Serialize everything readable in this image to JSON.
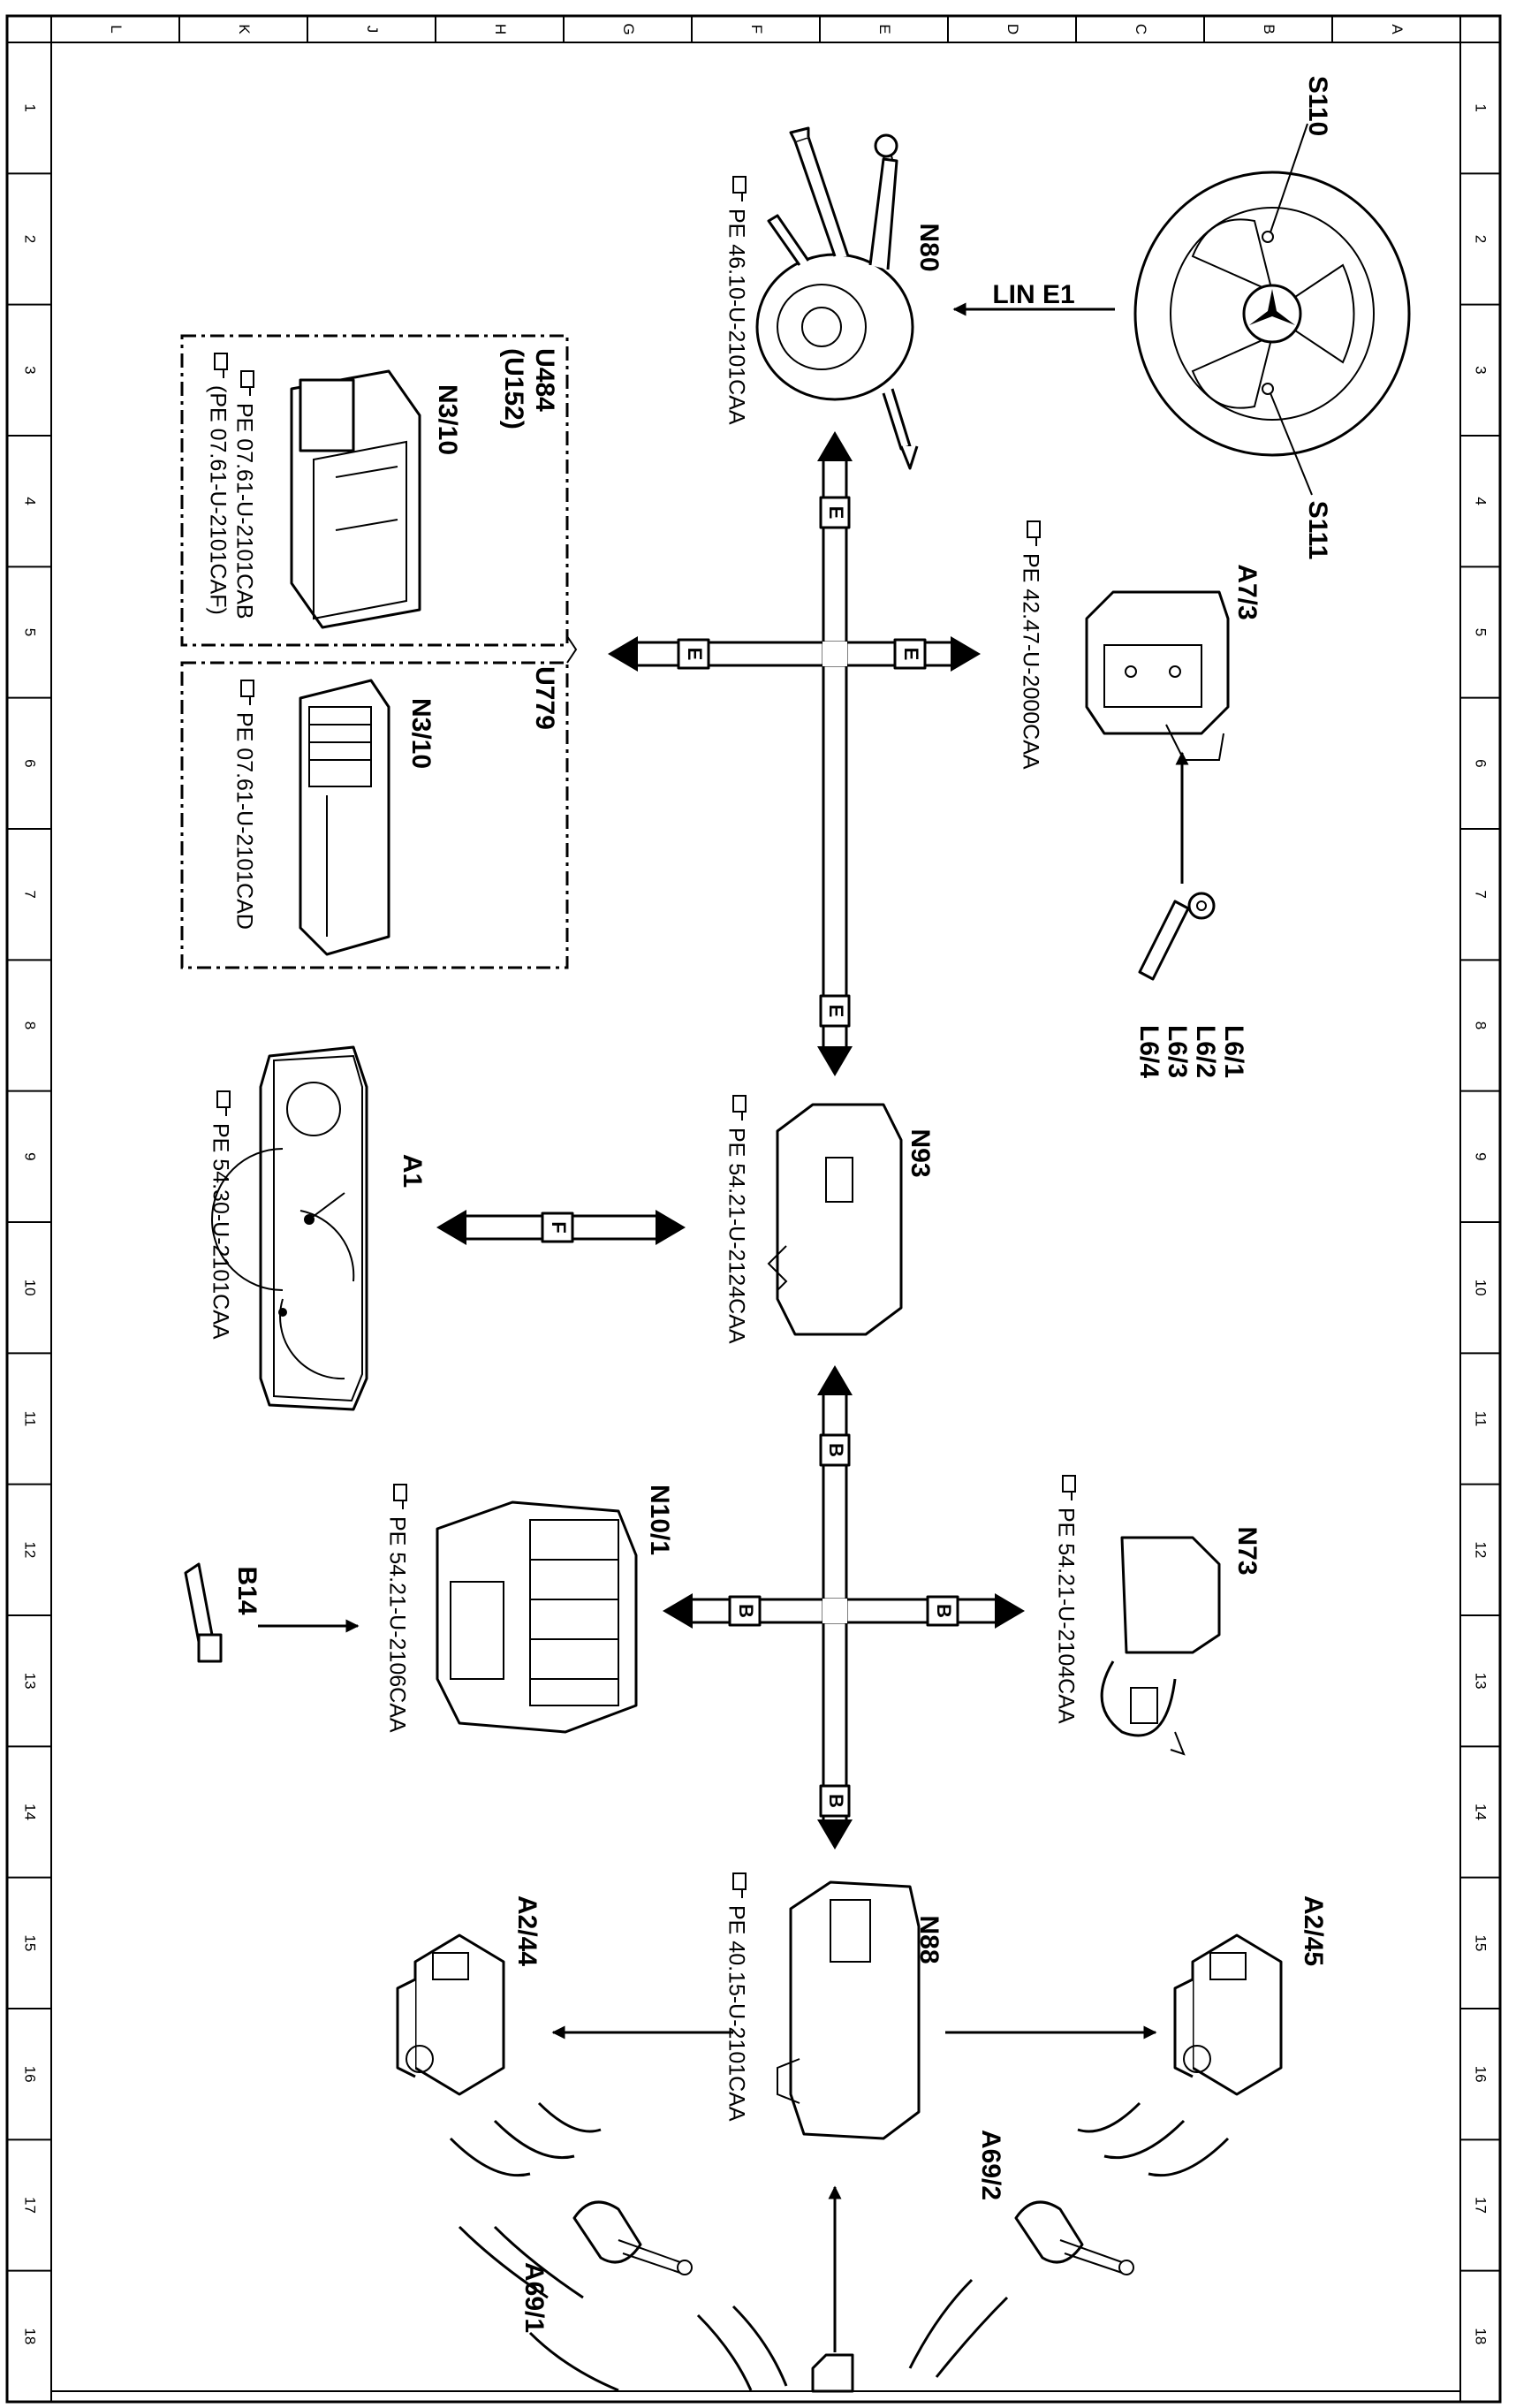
{
  "frame": {
    "column_letters": [
      "A",
      "B",
      "C",
      "D",
      "E",
      "F",
      "G",
      "H",
      "J",
      "K",
      "L"
    ],
    "row_numbers": [
      "1",
      "2",
      "3",
      "4",
      "5",
      "6",
      "7",
      "8",
      "9",
      "10",
      "11",
      "12",
      "13",
      "14",
      "15",
      "16",
      "17",
      "18"
    ]
  },
  "components": {
    "S110": {
      "label": "S110"
    },
    "S111": {
      "label": "S111"
    },
    "N80": {
      "label": "N80",
      "ref": "PE 46.10-U-2101CAA"
    },
    "lin": {
      "label": "LIN E1"
    },
    "A7_3": {
      "label": "A7/3",
      "ref": "PE 42.47-U-2000CAA"
    },
    "L6": {
      "labels": [
        "L6/1",
        "L6/2",
        "L6/3",
        "L6/4"
      ]
    },
    "U484": {
      "code1": "U484",
      "code2": "(U152)",
      "label": "N3/10",
      "ref1": "PE 07.61-U-2101CAB",
      "ref2": "(PE 07.61-U-2101CAF)"
    },
    "U779": {
      "code": "U779",
      "label": "N3/10",
      "ref": "PE 07.61-U-2101CAD"
    },
    "N93": {
      "label": "N93",
      "ref": "PE 54.21-U-2124CAA"
    },
    "A1": {
      "label": "A1",
      "ref": "PE 54.30-U-2101CAA"
    },
    "N10_1": {
      "label": "N10/1",
      "ref": "PE 54.21-U-2106CAA"
    },
    "B14": {
      "label": "B14"
    },
    "N73": {
      "label": "N73",
      "ref": "PE 54.21-U-2104CAA"
    },
    "N88": {
      "label": "N88",
      "ref": "PE 40.15-U-2101CAA"
    },
    "A2_44": {
      "label": "A2/44"
    },
    "A2_45": {
      "label": "A2/45"
    },
    "A69_1": {
      "label": "A69/1"
    },
    "A69_2": {
      "label": "A69/2"
    }
  },
  "buses": {
    "E": "E",
    "F": "F",
    "B": "B"
  },
  "icons": {
    "hand": "hand-pointer-icon"
  }
}
